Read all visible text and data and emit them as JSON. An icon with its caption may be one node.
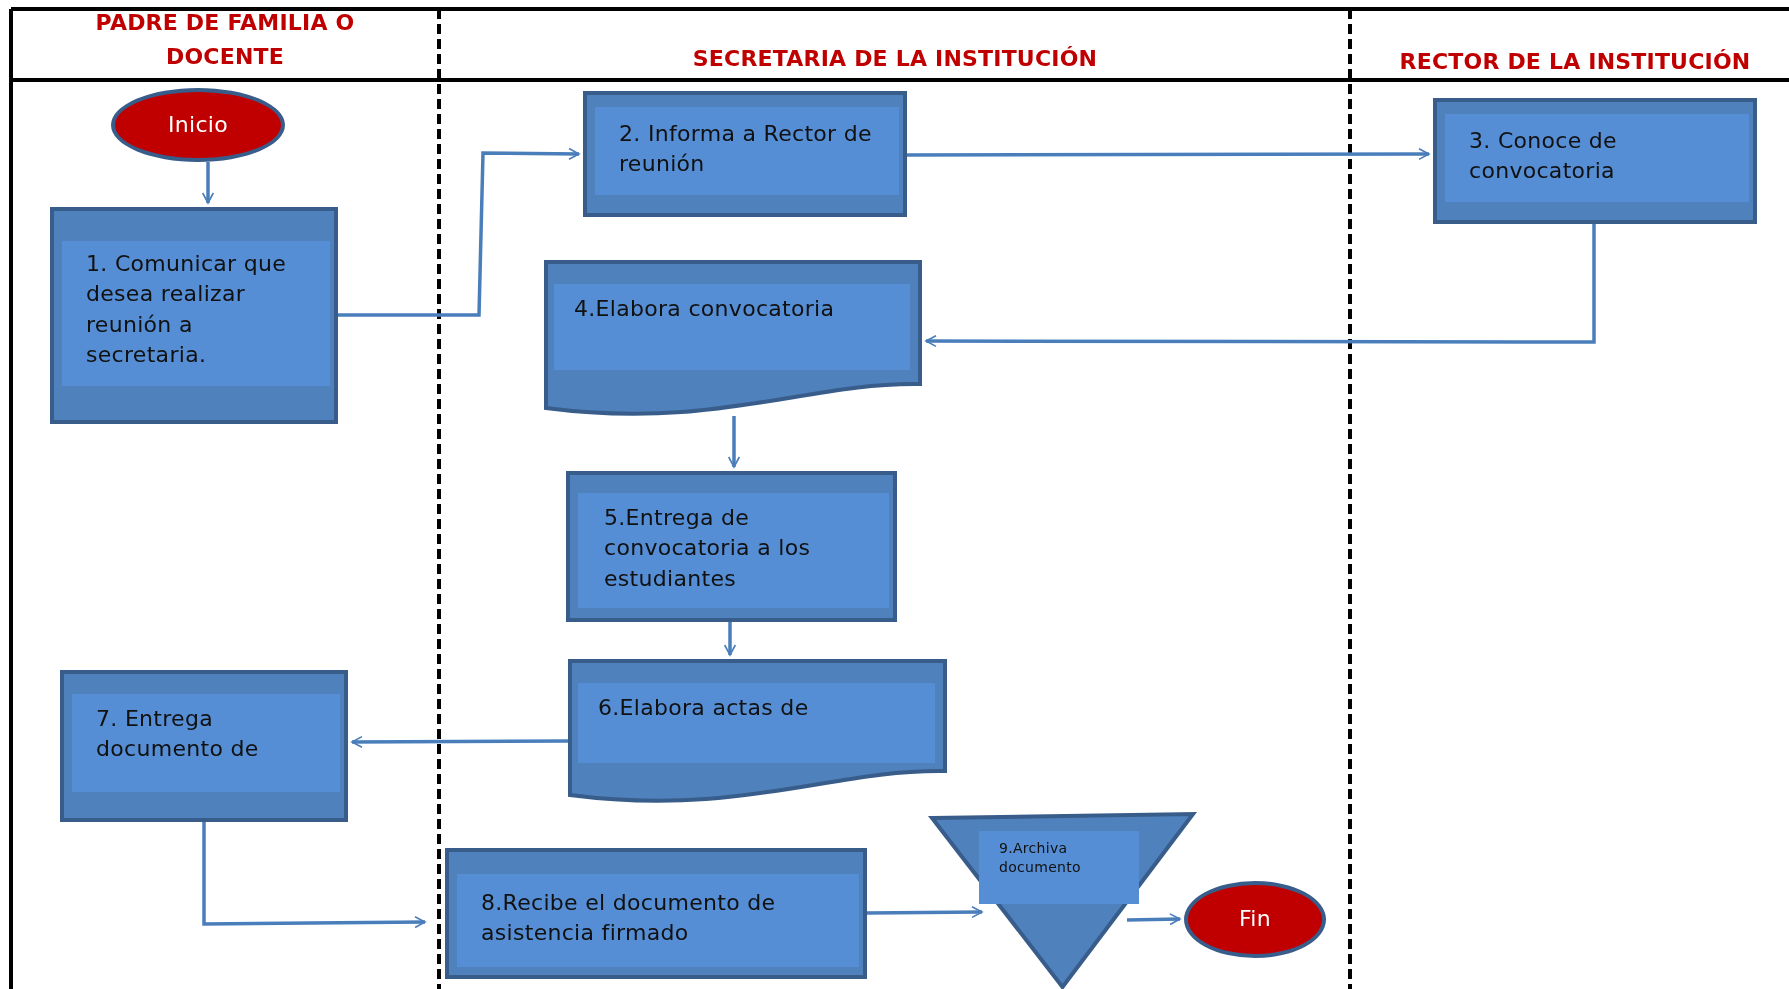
{
  "diagram": {
    "nodes": [
      {
        "text": [
          "Inicio"
        ]
      },
      {
        "text": [
          "1. Comunicar que desea realizar reunión a secretaria."
        ]
      },
      {
        "text": [
          "2. Informa a Rector de reunión"
        ]
      },
      {
        "text": [
          "3. Conoce de convocatoria"
        ]
      },
      {
        "text": [
          "4.Elabora convocatoria"
        ]
      },
      {
        "text": [
          "5.Entrega de convocatoria a los estudiantes"
        ]
      },
      {
        "text": [
          "6.Elabora actas de"
        ]
      },
      {
        "text": [
          "7. Entrega documento de"
        ]
      },
      {
        "text": [
          "8.Recibe el documento de asistencia firmado"
        ]
      },
      {
        "text": [
          "9.Archiva documento"
        ]
      },
      {
        "text": [
          "Fin"
        ]
      }
    ],
    "edges": [
      {
        "from": 0,
        "to": 1,
        "arrow": "to"
      },
      {
        "from": 1,
        "to": 2,
        "arrow": "to"
      },
      {
        "from": 2,
        "to": 3,
        "arrow": "to"
      },
      {
        "from": 3,
        "to": 4,
        "arrow": "to"
      },
      {
        "from": 4,
        "to": 5,
        "arrow": "to"
      },
      {
        "from": 5,
        "to": 6,
        "arrow": "to"
      },
      {
        "from": 6,
        "to": 7,
        "arrow": "to"
      },
      {
        "from": 7,
        "to": 8,
        "arrow": "to"
      },
      {
        "from": 8,
        "to": 9,
        "arrow": "to"
      },
      {
        "from": 9,
        "to": 10,
        "arrow": "to"
      }
    ],
    "labels": [
      "PADRE DE FAMILIA O DOCENTE",
      "SECRETARIA DE LA INSTITUCIÓN",
      "RECTOR DE LA INSTITUCIÓN"
    ]
  }
}
